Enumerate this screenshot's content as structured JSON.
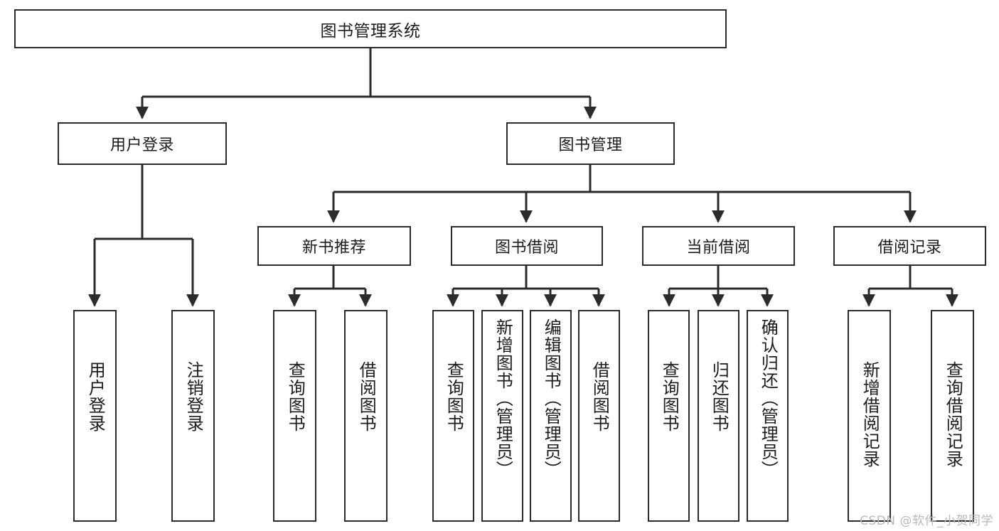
{
  "diagram": {
    "title": "图书管理系统",
    "type": "tree-hierarchy-flowchart",
    "colors": {
      "background": "#ffffff",
      "node_border": "#2b2b2b",
      "node_fill": "#ffffff",
      "text": "#1c1c1c",
      "edge": "#2b2b2b",
      "watermark": "#b9b9b9"
    },
    "root": {
      "label": "图书管理系统"
    },
    "level2": [
      {
        "label": "用户登录"
      },
      {
        "label": "图书管理"
      }
    ],
    "level3": [
      {
        "label": "新书推荐"
      },
      {
        "label": "图书借阅"
      },
      {
        "label": "当前借阅"
      },
      {
        "label": "借阅记录"
      }
    ],
    "leaves": {
      "user_login": [
        {
          "label": "用户登录"
        },
        {
          "label": "注销登录"
        }
      ],
      "new_book_recommend": [
        {
          "label": "查询图书"
        },
        {
          "label": "借阅图书"
        }
      ],
      "book_borrow": [
        {
          "label": "查询图书"
        },
        {
          "label": "新增图书（管理员）"
        },
        {
          "label": "编辑图书（管理员）"
        },
        {
          "label": "借阅图书"
        }
      ],
      "current_borrow": [
        {
          "label": "查询图书"
        },
        {
          "label": "归还图书"
        },
        {
          "label": "确认归还（管理员）"
        }
      ],
      "borrow_record": [
        {
          "label": "新增借阅记录"
        },
        {
          "label": "查询借阅记录"
        }
      ]
    }
  },
  "watermark": {
    "text": "CSDN @软件_小贺同学"
  }
}
